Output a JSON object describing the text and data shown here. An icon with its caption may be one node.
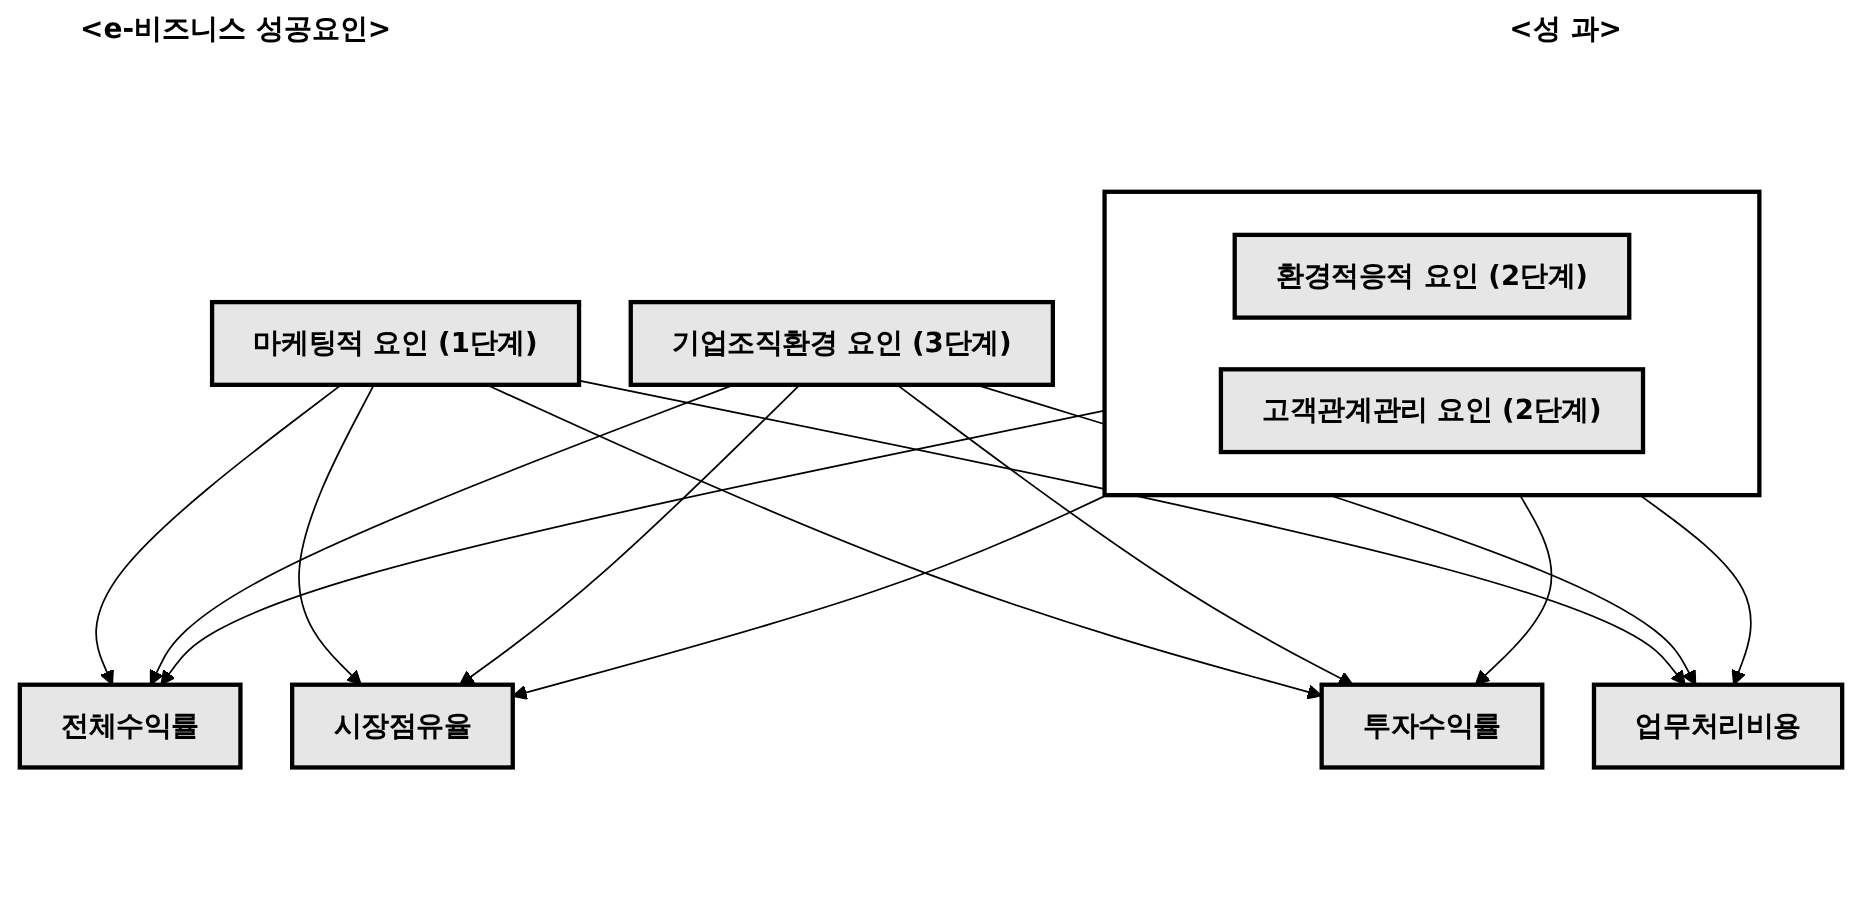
{
  "diagram": {
    "nodes": [
      {
        "text": [
          "마케팅적 요인 (1단계)"
        ]
      },
      {
        "text": [],
        "shape": "box"
      },
      {
        "text": [
          "환경적응적 요인 (2단계)"
        ],
        "in": 1
      },
      {
        "text": [
          "고객관계관리 요인 (2단계)"
        ],
        "in": 1
      },
      {
        "text": [
          "기업조직환경 요인 (3단계)"
        ]
      },
      {
        "text": [
          "전체수익률"
        ]
      },
      {
        "text": [
          "시장점유율"
        ]
      },
      {
        "text": [
          "투자수익률"
        ]
      },
      {
        "text": [
          "업무처리비용"
        ]
      }
    ],
    "edges": [
      {
        "from": 0,
        "to": 5,
        "arrow": "to"
      },
      {
        "from": 0,
        "to": 6,
        "arrow": "to"
      },
      {
        "from": 0,
        "to": 7,
        "arrow": "to"
      },
      {
        "from": 0,
        "to": 8,
        "arrow": "to"
      },
      {
        "from": 1,
        "to": 5,
        "arrow": "to"
      },
      {
        "from": 1,
        "to": 6,
        "arrow": "to"
      },
      {
        "from": 1,
        "to": 7,
        "arrow": "to"
      },
      {
        "from": 1,
        "to": 8,
        "arrow": "to"
      },
      {
        "from": 4,
        "to": 5,
        "arrow": "to"
      },
      {
        "from": 4,
        "to": 6,
        "arrow": "to"
      },
      {
        "from": 4,
        "to": 7,
        "arrow": "to"
      },
      {
        "from": 4,
        "to": 8,
        "arrow": "to"
      }
    ],
    "labels": [
      "<e-비즈니스 성공요인>",
      "<성 과>"
    ]
  }
}
